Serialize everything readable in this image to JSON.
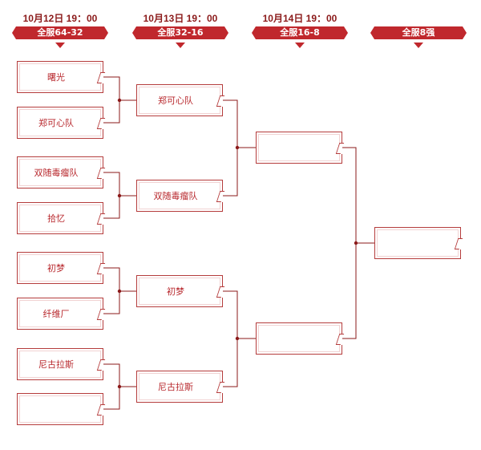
{
  "rounds": [
    {
      "date": "10月12日  19：00",
      "label": "全服64-32"
    },
    {
      "date": "10月13日  19：00",
      "label": "全服32-16"
    },
    {
      "date": "10月14日  19：00",
      "label": "全服16-8"
    },
    {
      "date": "",
      "label": "全服8强"
    }
  ],
  "round1": [
    "曙光",
    "郑可心队",
    "双随毒瘤队",
    "拾忆",
    "初梦",
    "纤维厂",
    "尼古拉斯",
    ""
  ],
  "round2": [
    "郑可心队",
    "双随毒瘤队",
    "初梦",
    "尼古拉斯"
  ],
  "round3": [
    "",
    ""
  ],
  "round4": [
    ""
  ],
  "colors": {
    "accent": "#c0282d",
    "text": "#b8282d",
    "line": "#8b1a1a"
  }
}
